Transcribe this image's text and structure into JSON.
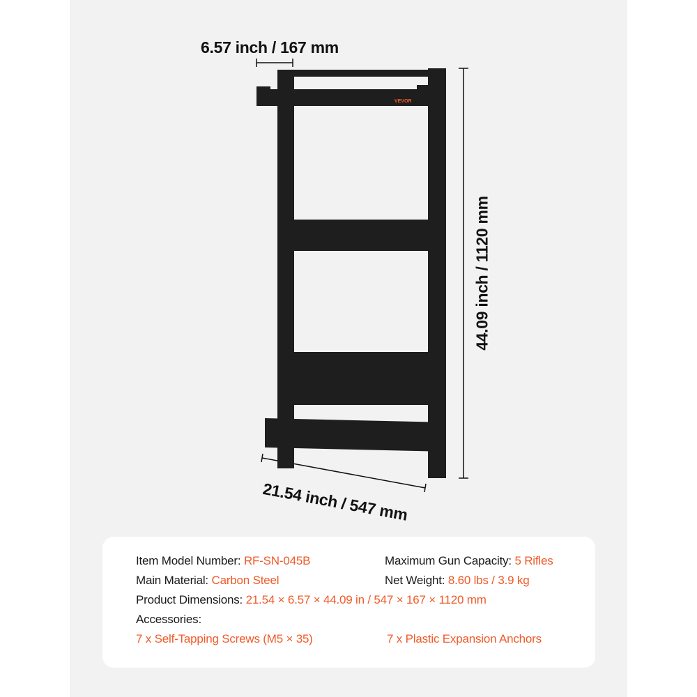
{
  "dimensions": {
    "depth": "6.57 inch / 167 mm",
    "width": "21.54 inch / 547 mm",
    "height": "44.09 inch / 1120 mm"
  },
  "brand_logo": "VEVOR",
  "specs": {
    "model_label": "Item Model Number:",
    "model_value": "RF-SN-045B",
    "capacity_label": "Maximum Gun Capacity:",
    "capacity_value": "5 Rifles",
    "material_label": "Main Material:",
    "material_value": "Carbon Steel",
    "weight_label": "Net Weight:",
    "weight_value": "8.60 lbs / 3.9 kg",
    "dimensions_label": "Product Dimensions:",
    "dimensions_value": "21.54 × 6.57 × 44.09 in / 547 × 167 × 1120 mm",
    "accessories_label": "Accessories:",
    "accessory_1": "7 x Self-Tapping Screws (M5 × 35)",
    "accessory_2": "7 x Plastic Expansion Anchors"
  },
  "colors": {
    "accent": "#f05a28",
    "panel": "#f2f2f2",
    "rack": "#1e1e1e"
  }
}
